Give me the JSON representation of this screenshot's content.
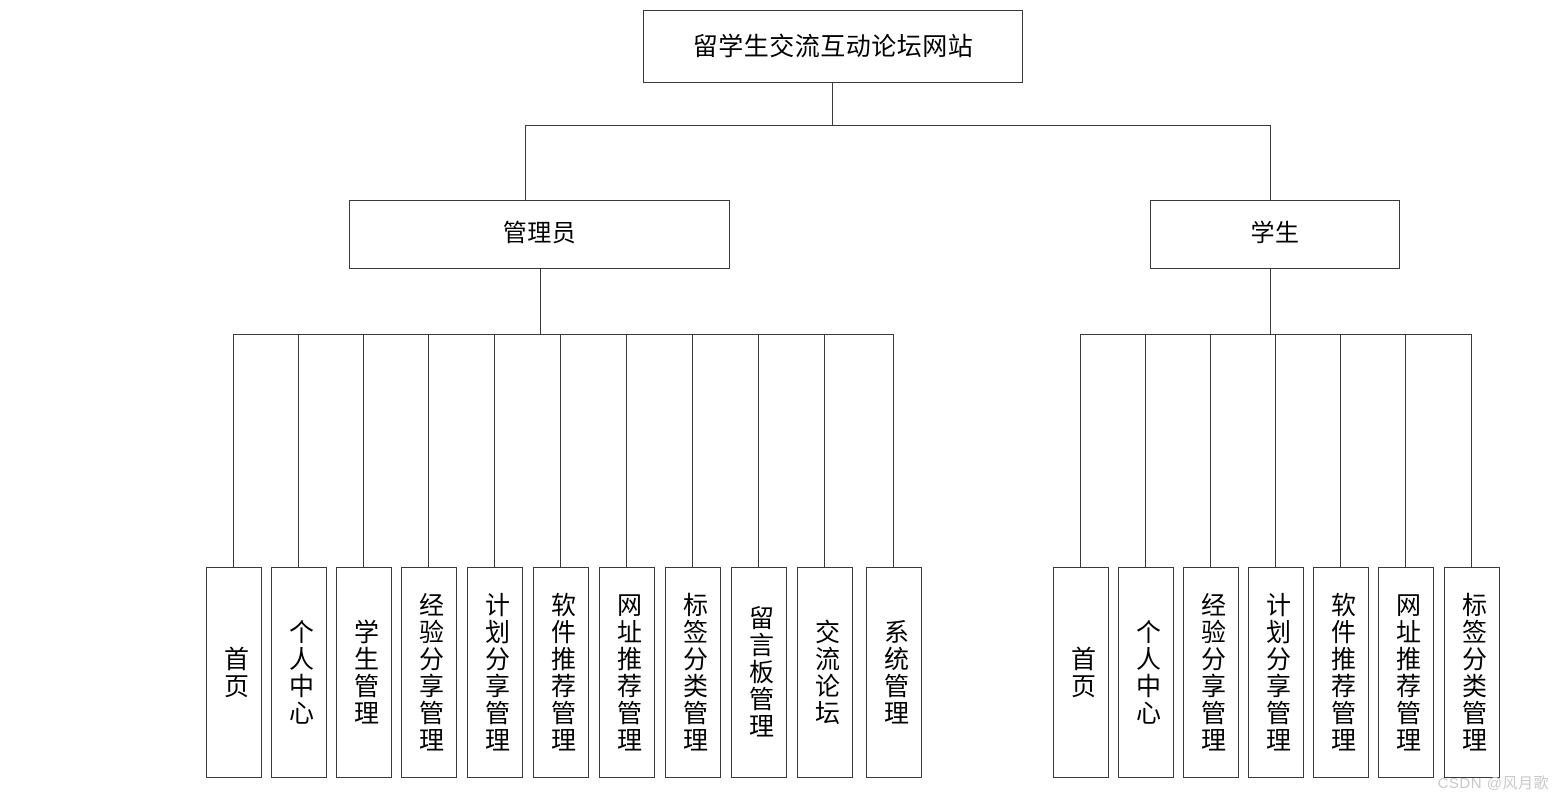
{
  "diagram": {
    "type": "tree-hierarchy",
    "orientation": "top-down",
    "root": {
      "label": "留学生交流互动论坛网站"
    },
    "roles": [
      {
        "id": "admin",
        "label": "管理员"
      },
      {
        "id": "student",
        "label": "学生"
      }
    ],
    "admin_modules": [
      {
        "label": "首页"
      },
      {
        "label": "个人中心"
      },
      {
        "label": "学生管理"
      },
      {
        "label": "经验分享管理"
      },
      {
        "label": "计划分享管理"
      },
      {
        "label": "软件推荐管理"
      },
      {
        "label": "网址推荐管理"
      },
      {
        "label": "标签分类管理"
      },
      {
        "label": "留言板管理"
      },
      {
        "label": "交流论坛"
      },
      {
        "label": "系统管理"
      }
    ],
    "student_modules": [
      {
        "label": "首页"
      },
      {
        "label": "个人中心"
      },
      {
        "label": "经验分享管理"
      },
      {
        "label": "计划分享管理"
      },
      {
        "label": "软件推荐管理"
      },
      {
        "label": "网址推荐管理"
      },
      {
        "label": "标签分类管理"
      }
    ],
    "colors": {
      "border": "#3a3a3a",
      "background": "#ffffff",
      "text": "#000000",
      "watermark": "#c9c9c9"
    }
  },
  "watermark": {
    "text": "CSDN @风月歌"
  }
}
